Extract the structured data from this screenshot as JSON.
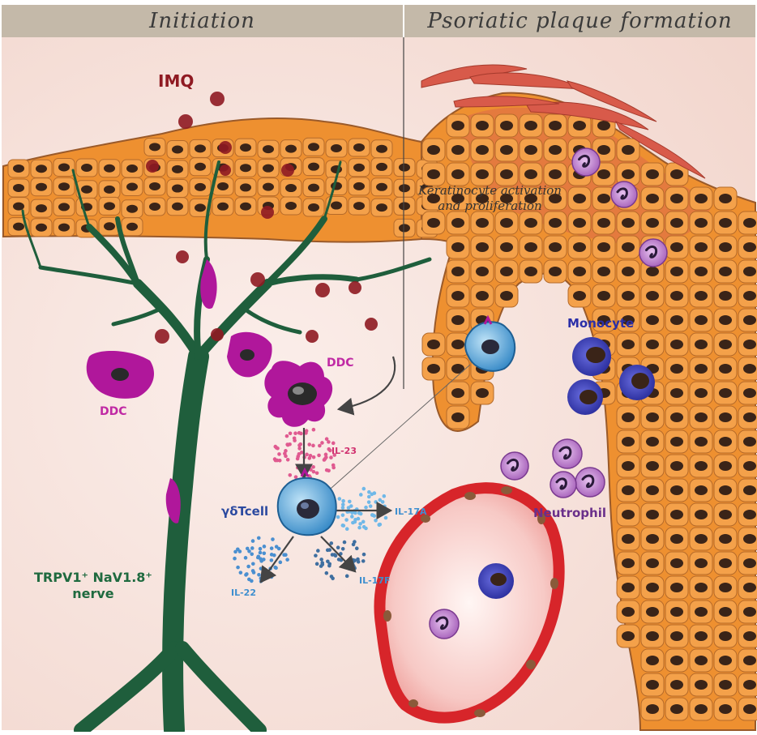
{
  "header": {
    "left_title": "Initiation",
    "right_title": "Psoriatic plaque formation"
  },
  "labels": {
    "imq": "IMQ",
    "ddc_left": "DDC",
    "ddc_center": "DDC",
    "il23": "IL-23",
    "tcell": "γδTcell",
    "il17a": "IL-17A",
    "il17f": "IL-17F",
    "il22": "IL-22",
    "nerve_line1": "TRPV1⁺ NaV1.8⁺",
    "nerve_line2": "nerve",
    "keratinocyte_line1": "Keratinocyte activation",
    "keratinocyte_line2": "and proliferation",
    "monocyte": "Monocyte",
    "neutrophil": "Neutrophil"
  },
  "colors": {
    "header_bg": "#c4b9a9",
    "skin_bg": "#f6e3dc",
    "keratinocyte": "#f09a3a",
    "nucleus": "#3a2418",
    "nerve": "#1f5e3c",
    "imq": "#8f1a22",
    "ddc": "#b0179b",
    "tcell": "#3a93d0",
    "monocyte": "#2b2fa8",
    "neutrophil": "#9a4fb0",
    "vessel": "#d7252a",
    "il23_text": "#d0306e",
    "il17_text": "#3f8fcf",
    "nerve_text": "#1f6a3f"
  }
}
